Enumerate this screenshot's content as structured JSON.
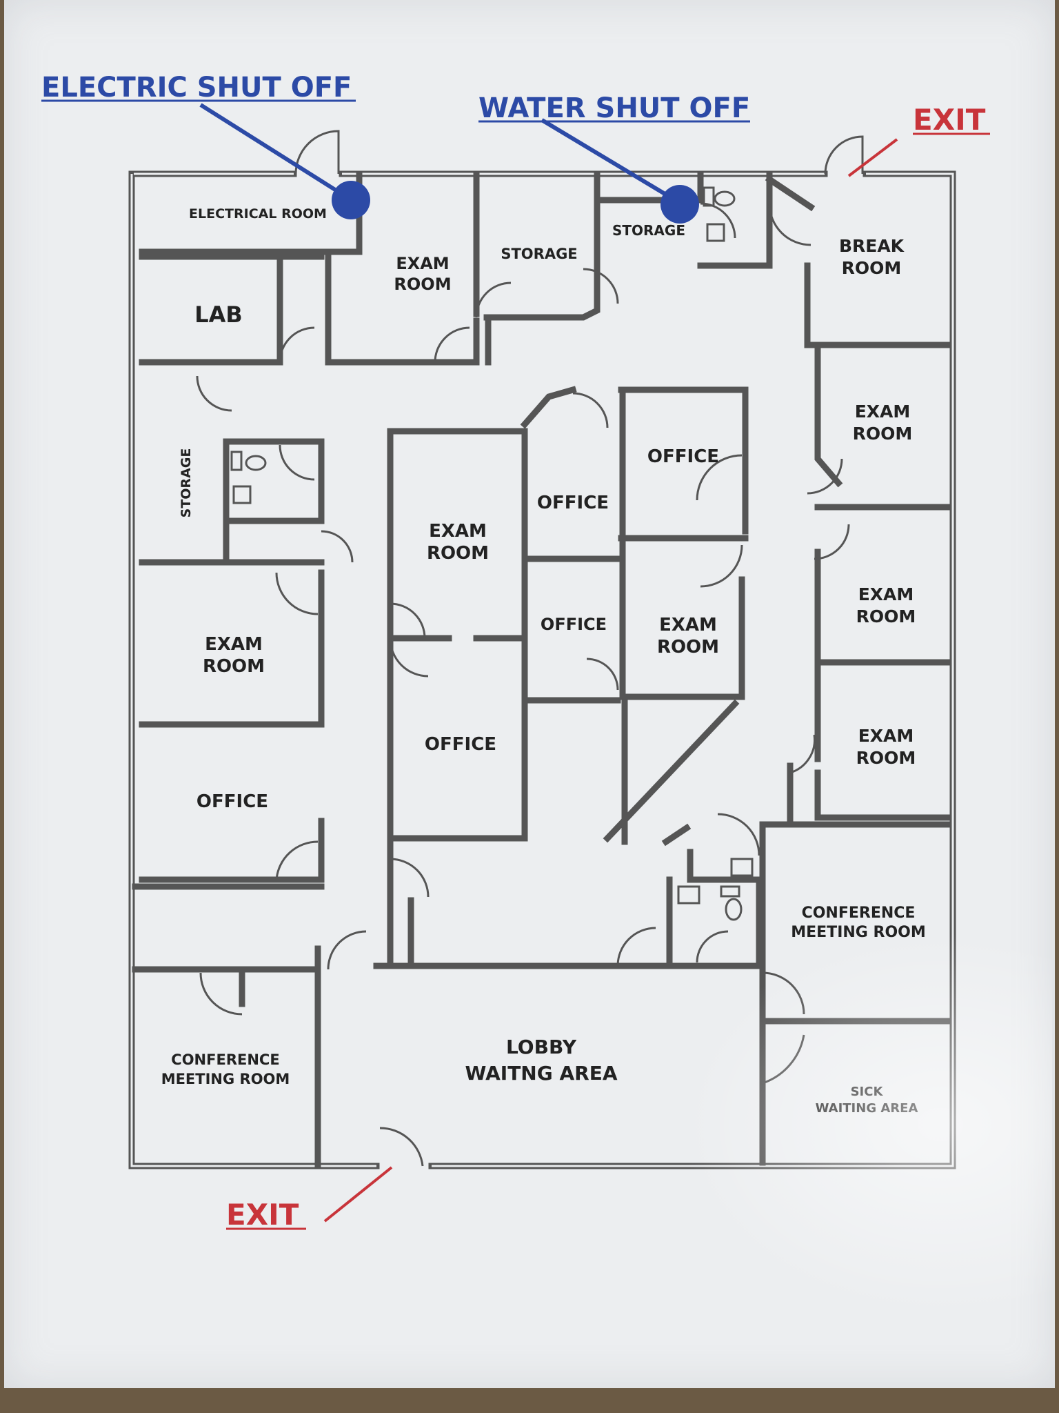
{
  "title": "",
  "annotations": {
    "electric_shutoff": "ELECTRIC SHUT OFF",
    "water_shutoff": "WATER SHUT OFF",
    "exit_top": "EXIT",
    "exit_bottom": "EXIT"
  },
  "colors": {
    "annotation_blue": "#2c4aa6",
    "exit_red": "#c8343a",
    "wall": "#555555",
    "paper": "#eceef0"
  },
  "rooms": {
    "electrical_room": "ELECTRICAL ROOM",
    "exam_room_top": [
      "EXAM",
      "ROOM"
    ],
    "storage_top_1": "STORAGE",
    "storage_top_2": "STORAGE",
    "break_room": [
      "BREAK",
      "ROOM"
    ],
    "lab": "LAB",
    "storage_left": "STORAGE",
    "exam_room_right_1": [
      "EXAM",
      "ROOM"
    ],
    "office_center_top_right": "OFFICE",
    "office_center_top_left": "OFFICE",
    "exam_room_center": [
      "EXAM",
      "ROOM"
    ],
    "exam_room_right_2": [
      "EXAM",
      "ROOM"
    ],
    "exam_room_left": [
      "EXAM",
      "ROOM"
    ],
    "office_center_small": "OFFICE",
    "exam_room_center_right": [
      "EXAM",
      "ROOM"
    ],
    "exam_room_right_3": [
      "EXAM",
      "ROOM"
    ],
    "office_center_lower": "OFFICE",
    "office_left": "OFFICE",
    "conference_right": [
      "CONFERENCE",
      "MEETING ROOM"
    ],
    "lobby": [
      "LOBBY",
      "WAITNG AREA"
    ],
    "conference_left": [
      "CONFERENCE",
      "MEETING ROOM"
    ],
    "sick_waiting": [
      "SICK",
      "WAITING AREA"
    ]
  }
}
